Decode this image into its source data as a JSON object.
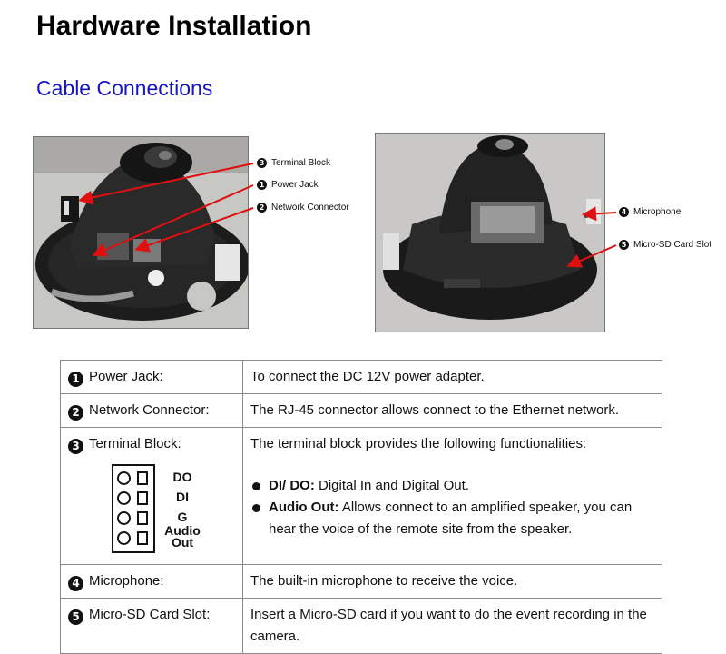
{
  "page": {
    "title": "Hardware Installation",
    "subtitle": "Cable Connections"
  },
  "photo_left": {
    "callouts": [
      {
        "num": "3",
        "label": "Terminal Block"
      },
      {
        "num": "1",
        "label": "Power Jack"
      },
      {
        "num": "2",
        "label": "Network Connector"
      }
    ]
  },
  "photo_right": {
    "callouts": [
      {
        "num": "4",
        "label": "Microphone"
      },
      {
        "num": "5",
        "label": "Micro-SD Card Slot"
      }
    ]
  },
  "table": {
    "rows": [
      {
        "num": "1",
        "label": "Power Jack:",
        "desc": "To connect the DC 12V power adapter."
      },
      {
        "num": "2",
        "label": "Network Connector:",
        "desc": "The RJ-45 connector allows connect to the Ethernet network."
      },
      {
        "num": "3",
        "label": "Terminal Block:",
        "desc": "The terminal block provides the following functionalities:",
        "bullets": [
          {
            "bold": "DI/ DO:",
            "text": " Digital In and Digital Out."
          },
          {
            "bold": "Audio Out:",
            "text": " Allows connect to an amplified speaker, you can hear the voice of the remote site from the speaker."
          }
        ],
        "diagram_labels": {
          "do": "DO",
          "di": "DI",
          "g": "G",
          "audio": "Audio",
          "out": "Out"
        }
      },
      {
        "num": "4",
        "label": "Microphone:",
        "desc": "The built-in microphone to receive the voice."
      },
      {
        "num": "5",
        "label": "Micro-SD Card Slot:",
        "desc": "Insert a Micro-SD card if you want to do the event recording in the camera."
      }
    ]
  },
  "colors": {
    "title": "#000000",
    "subtitle": "#1414c8",
    "callout_arrow": "#e01010",
    "table_border": "#8a8a8a"
  },
  "icons": {
    "photo_left": "dome-camera-base-photo",
    "photo_right": "dome-camera-side-photo"
  }
}
